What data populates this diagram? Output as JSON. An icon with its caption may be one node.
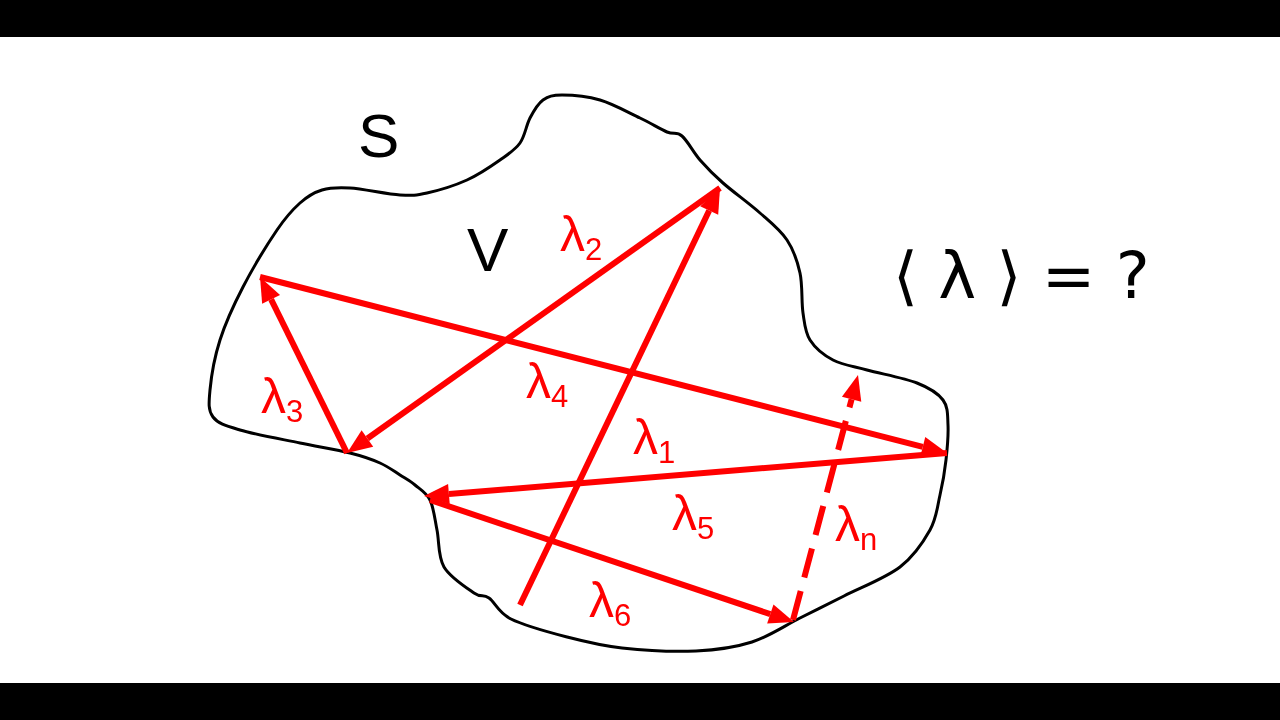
{
  "diagram": {
    "nodes": [
      {
        "text": [
          "S",
          "V"
        ]
      }
    ],
    "labels": [
      "λ$_{2}$",
      "⟨ λ ⟩ = ?",
      "λ$_{4}$",
      "λ$_{3}$",
      "λ$_{1}$",
      "λ$_{5}$",
      "λ$_{n}$",
      "λ$_{6}$"
    ]
  }
}
